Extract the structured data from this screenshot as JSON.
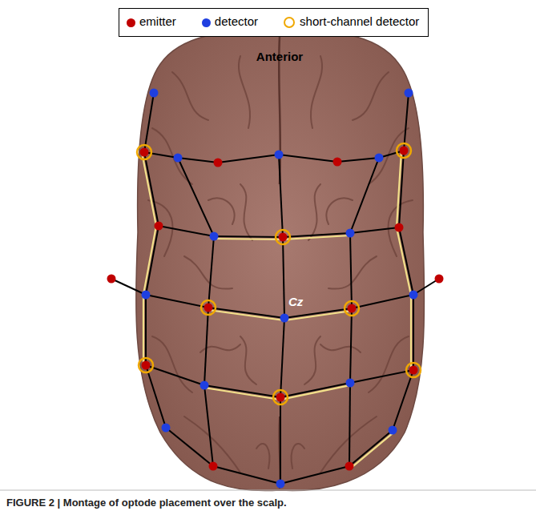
{
  "diagram": {
    "caption": "FIGURE 2 | Montage of optode placement over the scalp.",
    "labels": [
      "Anterior",
      "Cz"
    ],
    "legend": [
      {
        "text": "emitter",
        "color": "#c00000"
      },
      {
        "text": "detector",
        "color": "#1f3fe0"
      },
      {
        "text": "short-channel detector"
      }
    ]
  }
}
